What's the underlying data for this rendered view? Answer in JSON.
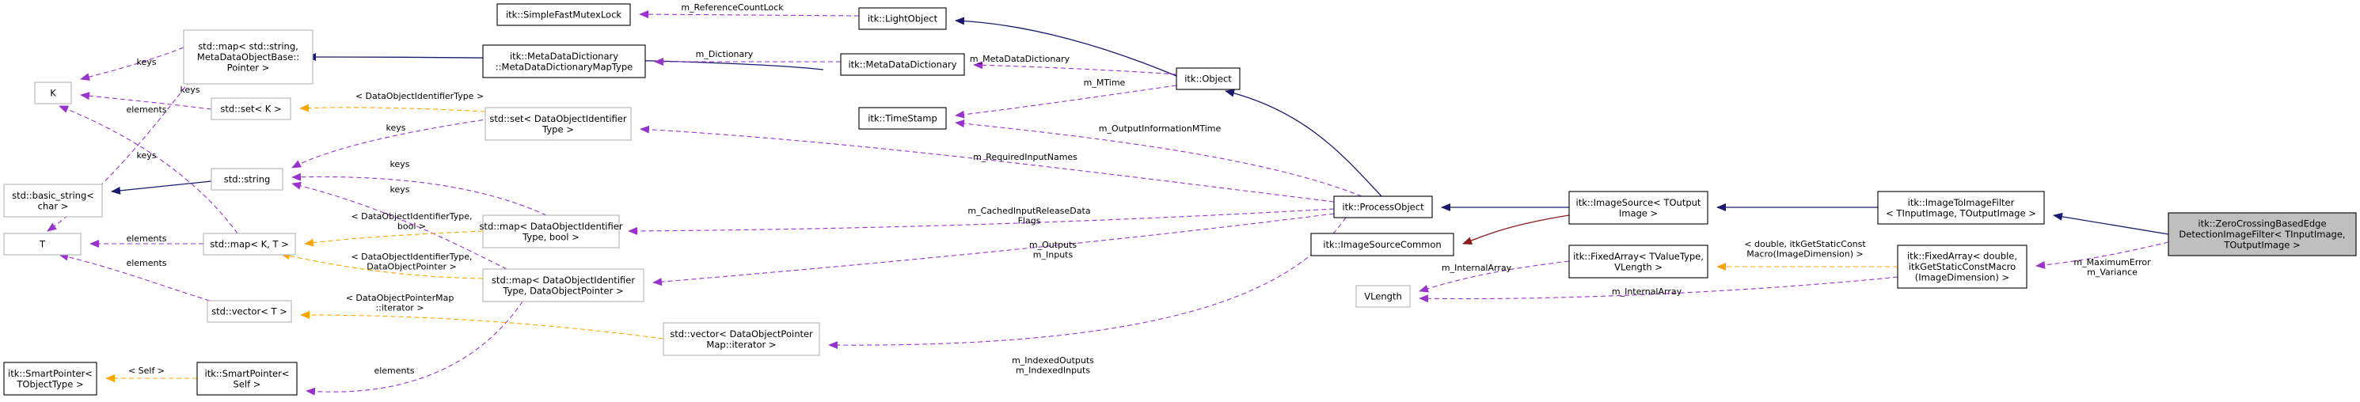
{
  "colors": {
    "public_inheritance": "#191970",
    "usage": "#9a32cd",
    "template_instance": "#ffa500",
    "private_inheritance": "#8b1a1a",
    "highlight_fill": "#bfbfbf"
  },
  "nodes": {
    "zc": [
      "itk::ZeroCrossingBasedEdge",
      "DetectionImageFilter< TInputImage,",
      "TOutputImage >"
    ],
    "i2i": [
      "itk::ImageToImageFilter",
      "< TInputImage, TOutputImage >"
    ],
    "fixedarray_dbl": [
      "itk::FixedArray< double,",
      "itkGetStaticConstMacro",
      "(ImageDimension) >"
    ],
    "imagesource": [
      "itk::ImageSource< TOutput",
      "Image >"
    ],
    "fixedarray_tv": [
      "itk::FixedArray< TValueType,",
      "VLength >"
    ],
    "vlength": [
      "VLength"
    ],
    "imagesourcecommon": [
      "itk::ImageSourceCommon"
    ],
    "processobject": [
      "itk::ProcessObject"
    ],
    "object": [
      "itk::Object"
    ],
    "timestamp": [
      "itk::TimeStamp"
    ],
    "lightobject": [
      "itk::LightObject"
    ],
    "mutexlock": [
      "itk::SimpleFastMutexLock"
    ],
    "mddictionary": [
      "itk::MetaDataDictionary"
    ],
    "mdmaptype": [
      "itk::MetaDataDictionary",
      "::MetaDataDictionaryMapType"
    ],
    "stdmap_mdobj": [
      "std::map< std::string,",
      "MetaDataObjectBase::",
      "Pointer >"
    ],
    "K": [
      "K"
    ],
    "stdset_K": [
      "std::set< K >"
    ],
    "basic_string": [
      "std::basic_string<",
      "char >"
    ],
    "stdstring": [
      "std::string"
    ],
    "T": [
      "T"
    ],
    "stdmap_KT": [
      "std::map< K, T >"
    ],
    "stdvector_T": [
      "std::vector< T >"
    ],
    "smartptr_obj": [
      "itk::SmartPointer<",
      "TObjectType >"
    ],
    "smartptr_self": [
      "itk::SmartPointer<",
      "Self >"
    ],
    "stdset_doid": [
      "std::set< DataObjectIdentifier",
      "Type >"
    ],
    "stdmap_doid_bool": [
      "std::map< DataObjectIdentifier",
      "Type, bool >"
    ],
    "stdmap_doid_ptr": [
      "std::map< DataObjectIdentifier",
      "Type, DataObjectPointer >"
    ],
    "stdvector_iter": [
      "std::vector< DataObjectPointer",
      "Map::iterator >"
    ]
  },
  "edge_labels": {
    "m_maximumerror": [
      "m_MaximumError",
      "m_Variance"
    ],
    "double_macro": [
      "< double, itkGetStaticConst",
      "Macro(ImageDimension) >"
    ],
    "m_internalarray_1": [
      "m_InternalArray"
    ],
    "m_internalarray_2": [
      "m_InternalArray"
    ],
    "m_referencecountlock": [
      "m_ReferenceCountLock"
    ],
    "m_dictionary": [
      "m_Dictionary"
    ],
    "m_metadatadictionary": [
      "m_MetaDataDictionary"
    ],
    "m_mtime": [
      "m_MTime"
    ],
    "m_outputinformationmtime": [
      "m_OutputInformationMTime"
    ],
    "m_requiredinputnames": [
      "m_RequiredInputNames"
    ],
    "m_cachedinputreleasedataflags": [
      "m_CachedInputReleaseData",
      "Flags"
    ],
    "m_outputs": [
      "m_Outputs",
      "m_Inputs"
    ],
    "m_indexedoutputs": [
      "m_IndexedOutputs",
      "m_IndexedInputs"
    ],
    "keys_a": [
      "keys"
    ],
    "keys_b": [
      "keys"
    ],
    "keys_c": [
      "keys"
    ],
    "keys_d": [
      "keys"
    ],
    "keys_e": [
      "keys"
    ],
    "keys_f": [
      "keys"
    ],
    "elements_a": [
      "elements"
    ],
    "elements_b": [
      "elements"
    ],
    "elements_c": [
      "elements"
    ],
    "elements_d": [
      "elements"
    ],
    "doid_type": [
      "< DataObjectIdentifierType >"
    ],
    "doid_bool": [
      "< DataObjectIdentifierType,",
      "bool >"
    ],
    "doid_ptr": [
      "< DataObjectIdentifierType,",
      "DataObjectPointer >"
    ],
    "doptrmap_iter": [
      "< DataObjectPointerMap",
      "::iterator >"
    ],
    "self": [
      "< Self >"
    ]
  }
}
